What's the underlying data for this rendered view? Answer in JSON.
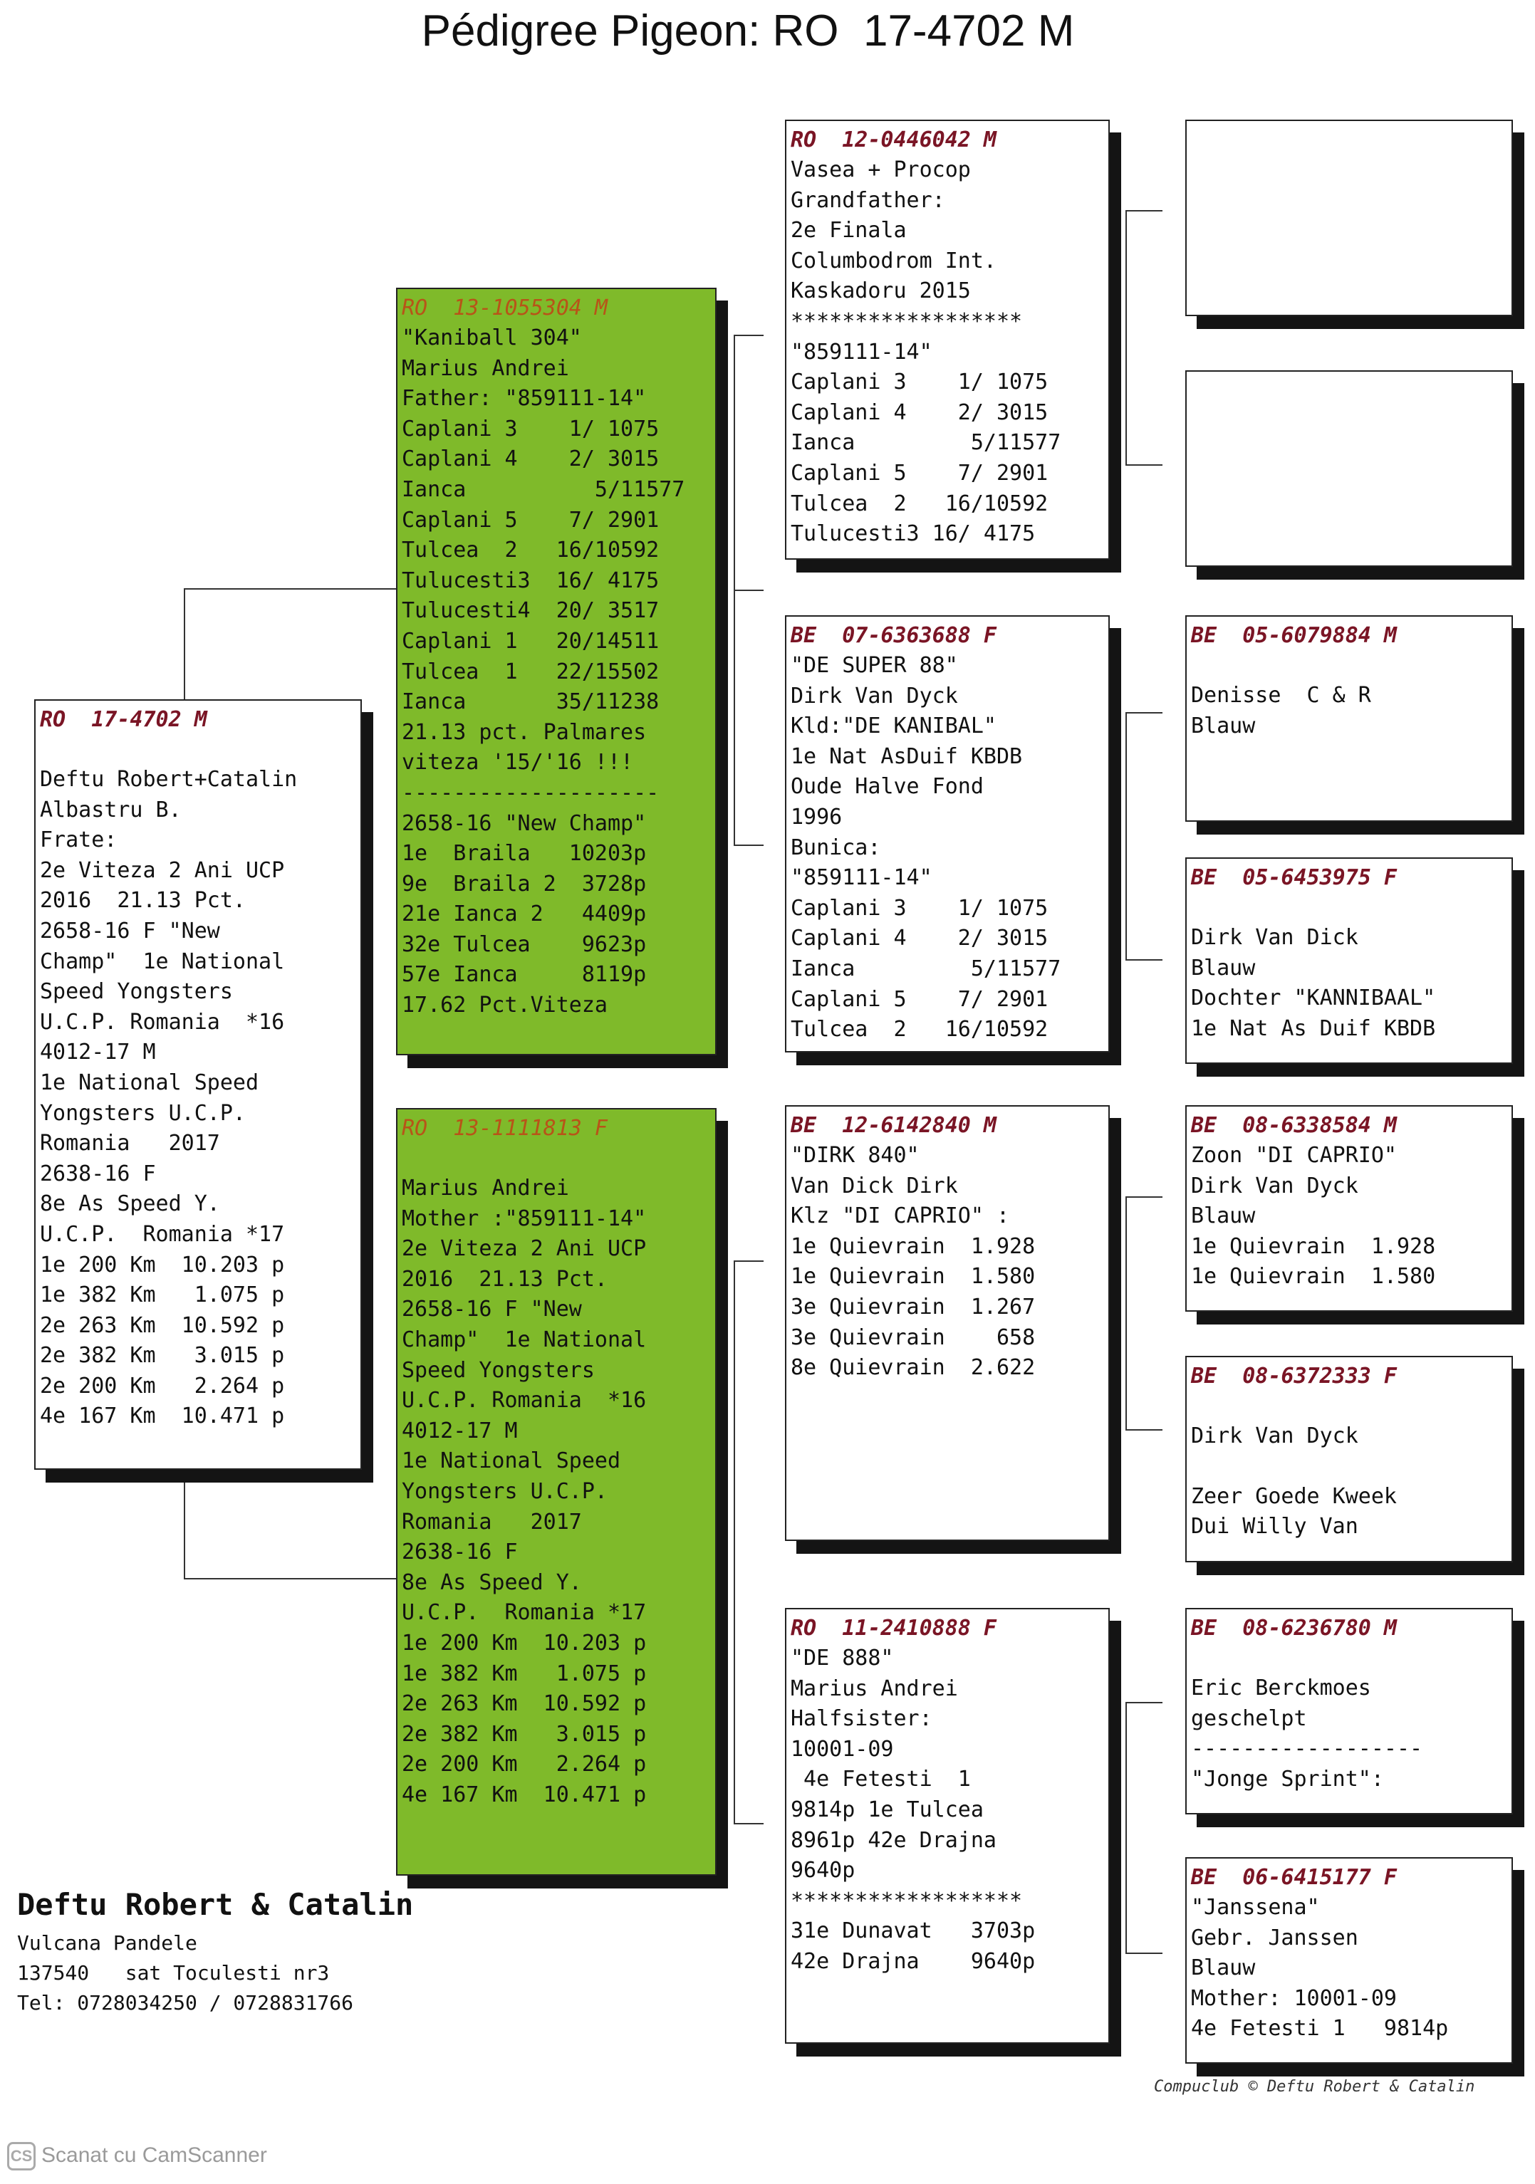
{
  "title": "Pédigree Pigeon: RO  17-4702 M",
  "subject": {
    "header": "RO  17-4702 M",
    "lines": [
      "",
      "Deftu Robert+Catalin",
      "Albastru B.",
      "Frate:",
      "2e Viteza 2 Ani UCP",
      "2016  21.13 Pct.",
      "2658-16 F \"New",
      "Champ\"  1e National",
      "Speed Yongsters",
      "U.C.P. Romania  *16",
      "4012-17 M",
      "1e National Speed",
      "Yongsters U.C.P.",
      "Romania   2017",
      "2638-16 F",
      "8e As Speed Y.",
      "U.C.P.  Romania *17",
      "1e 200 Km  10.203 p",
      "1e 382 Km   1.075 p",
      "2e 263 Km  10.592 p",
      "2e 382 Km   3.015 p",
      "2e 200 Km   2.264 p",
      "4e 167 Km  10.471 p"
    ]
  },
  "father": {
    "header": "RO  13-1055304 M",
    "lines": [
      "\"Kaniball 304\"",
      "Marius Andrei",
      "Father: \"859111-14\"",
      "Caplani 3    1/ 1075",
      "Caplani 4    2/ 3015",
      "Ianca          5/11577",
      "Caplani 5    7/ 2901",
      "Tulcea  2   16/10592",
      "Tulucesti3  16/ 4175",
      "Tulucesti4  20/ 3517",
      "Caplani 1   20/14511",
      "Tulcea  1   22/15502",
      "Ianca       35/11238",
      "21.13 pct. Palmares",
      "viteza '15/'16 !!!",
      "--------------------",
      "2658-16 \"New Champ\"",
      "1e  Braila   10203p",
      "9e  Braila 2  3728p",
      "21e Ianca 2   4409p",
      "32e Tulcea    9623p",
      "57e Ianca     8119p",
      "17.62 Pct.Viteza"
    ]
  },
  "mother": {
    "header": "RO  13-1111813 F",
    "lines": [
      "",
      "Marius Andrei",
      "Mother :\"859111-14\"",
      "2e Viteza 2 Ani UCP",
      "2016  21.13 Pct.",
      "2658-16 F \"New",
      "Champ\"  1e National",
      "Speed Yongsters",
      "U.C.P. Romania  *16",
      "4012-17 M",
      "1e National Speed",
      "Yongsters U.C.P.",
      "Romania   2017",
      "2638-16 F",
      "8e As Speed Y.",
      "U.C.P.  Romania *17",
      "1e 200 Km  10.203 p",
      "1e 382 Km   1.075 p",
      "2e 263 Km  10.592 p",
      "2e 382 Km   3.015 p",
      "2e 200 Km   2.264 p",
      "4e 167 Km  10.471 p"
    ]
  },
  "ff": {
    "header": "RO  12-0446042 M",
    "lines": [
      "Vasea + Procop",
      "Grandfather:",
      "2e Finala",
      "Columbodrom Int.",
      "Kaskadoru 2015",
      "******************",
      "\"859111-14\"",
      "Caplani 3    1/ 1075",
      "Caplani 4    2/ 3015",
      "Ianca         5/11577",
      "Caplani 5    7/ 2901",
      "Tulcea  2   16/10592",
      "Tulucesti3 16/ 4175"
    ]
  },
  "fm": {
    "header": "BE  07-6363688 F",
    "lines": [
      "\"DE SUPER 88\"",
      "Dirk Van Dyck",
      "Kld:\"DE KANIBAL\"",
      "1e Nat AsDuif KBDB",
      "Oude Halve Fond",
      "1996",
      "Bunica:",
      "\"859111-14\"",
      "Caplani 3    1/ 1075",
      "Caplani 4    2/ 3015",
      "Ianca         5/11577",
      "Caplani 5    7/ 2901",
      "Tulcea  2   16/10592"
    ]
  },
  "mf": {
    "header": "BE  12-6142840 M",
    "lines": [
      "\"DIRK 840\"",
      "Van Dick Dirk",
      "Klz \"DI CAPRIO\" :",
      "1e Quievrain  1.928",
      "1e Quievrain  1.580",
      "3e Quievrain  1.267",
      "3e Quievrain    658",
      "8e Quievrain  2.622"
    ]
  },
  "mm": {
    "header": "RO  11-2410888 F",
    "lines": [
      "\"DE 888\"",
      "Marius Andrei",
      "Halfsister:",
      "10001-09",
      " 4e Fetesti  1",
      "9814p 1e Tulcea",
      "8961p 42e Drajna",
      "9640p",
      "******************",
      "31e Dunavat   3703p",
      "42e Drajna    9640p"
    ]
  },
  "fff": {
    "header": "",
    "lines": []
  },
  "ffm": {
    "header": "",
    "lines": []
  },
  "fmf": {
    "header": "BE  05-6079884 M",
    "lines": [
      "",
      "Denisse  C & R",
      "Blauw"
    ]
  },
  "fmm": {
    "header": "BE  05-6453975 F",
    "lines": [
      "",
      "Dirk Van Dick",
      "Blauw",
      "Dochter \"KANNIBAAL\"",
      "1e Nat As Duif KBDB"
    ]
  },
  "mff": {
    "header": "BE  08-6338584 M",
    "lines": [
      "Zoon \"DI CAPRIO\"",
      "Dirk Van Dyck",
      "Blauw",
      "1e Quievrain  1.928",
      "1e Quievrain  1.580"
    ]
  },
  "mfm": {
    "header": "BE  08-6372333 F",
    "lines": [
      "",
      "Dirk Van Dyck",
      "",
      "Zeer Goede Kweek",
      "Dui Willy Van"
    ]
  },
  "mmf": {
    "header": "BE  08-6236780 M",
    "lines": [
      "",
      "Eric Berckmoes",
      "geschelpt",
      "------------------",
      "\"Jonge Sprint\":"
    ]
  },
  "mmm": {
    "header": "BE  06-6415177 F",
    "lines": [
      "\"Janssena\"",
      "Gebr. Janssen",
      "Blauw",
      "Mother: 10001-09",
      "4e Fetesti 1   9814p"
    ]
  },
  "footer": {
    "name": "Deftu Robert & Catalin",
    "address1": "Vulcana Pandele",
    "address2": "137540   sat Toculesti nr3",
    "phone": "Tel: 0728034250 / 0728831766"
  },
  "credit": "Compuclub © Deftu Robert & Catalin",
  "scanner": {
    "icon": "CS",
    "text": "Scanat cu CamScanner"
  }
}
